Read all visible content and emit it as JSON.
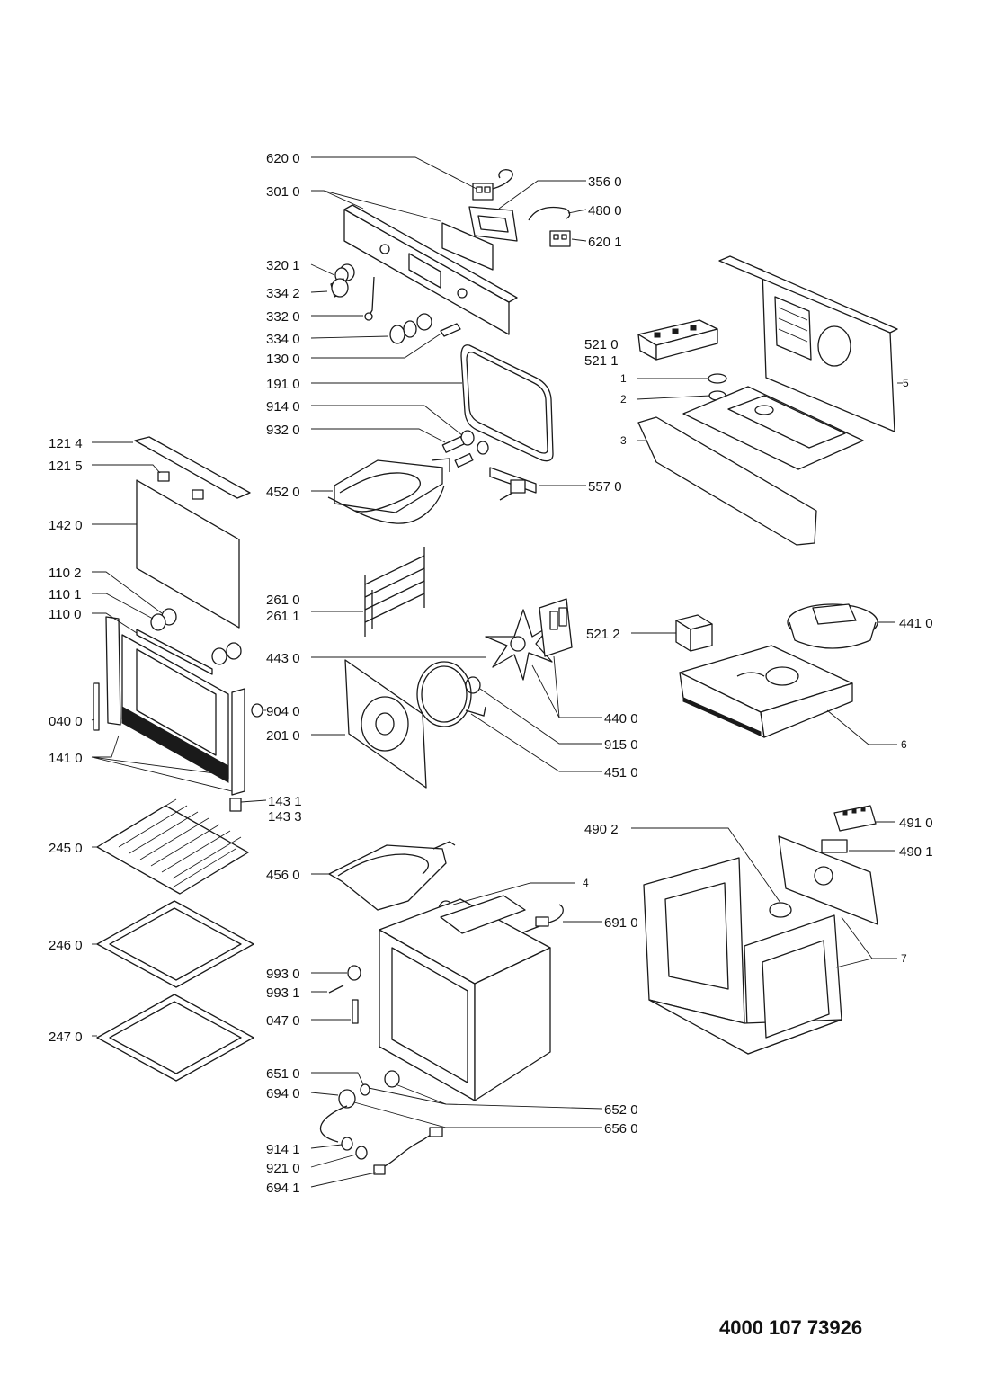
{
  "diagram": {
    "document_number": "4000 107 73926",
    "labels": {
      "p620_0": "620 0",
      "p356_0": "356 0",
      "p301_0": "301 0",
      "p480_0": "480 0",
      "p620_1": "620 1",
      "p320_1": "320 1",
      "p334_2": "334 2",
      "p332_0": "332 0",
      "p334_0": "334 0",
      "p130_0": "130 0",
      "p191_0": "191 0",
      "p914_0": "914 0",
      "p932_0": "932 0",
      "p452_0": "452 0",
      "p557_0": "557 0",
      "p521_0": "521 0",
      "p521_1": "521 1",
      "s1": "1",
      "s2": "2",
      "s3": "3",
      "s5": "5",
      "p121_4": "121 4",
      "p121_5": "121 5",
      "p142_0": "142 0",
      "p110_2": "110 2",
      "p110_1": "110 1",
      "p110_0": "110 0",
      "p040_0": "040 0",
      "p141_0": "141 0",
      "p904_0": "904 0",
      "p143_1": "143 1",
      "p143_3": "143 3",
      "p261_0": "261 0",
      "p261_1": "261 1",
      "p443_0": "443 0",
      "p201_0": "201 0",
      "p521_2": "521 2",
      "p441_0": "441 0",
      "p440_0": "440 0",
      "p915_0": "915 0",
      "p451_0": "451 0",
      "s6": "6",
      "p245_0": "245 0",
      "p246_0": "246 0",
      "p247_0": "247 0",
      "p456_0": "456 0",
      "s4": "4",
      "p691_0": "691 0",
      "p490_2": "490 2",
      "p491_0": "491 0",
      "p490_1": "490 1",
      "s7": "7",
      "p993_0": "993 0",
      "p993_1": "993 1",
      "p047_0": "047 0",
      "p651_0": "651 0",
      "p694_0": "694 0",
      "p652_0": "652 0",
      "p656_0": "656 0",
      "p914_1": "914 1",
      "p921_0": "921 0",
      "p694_1": "694 1"
    }
  }
}
